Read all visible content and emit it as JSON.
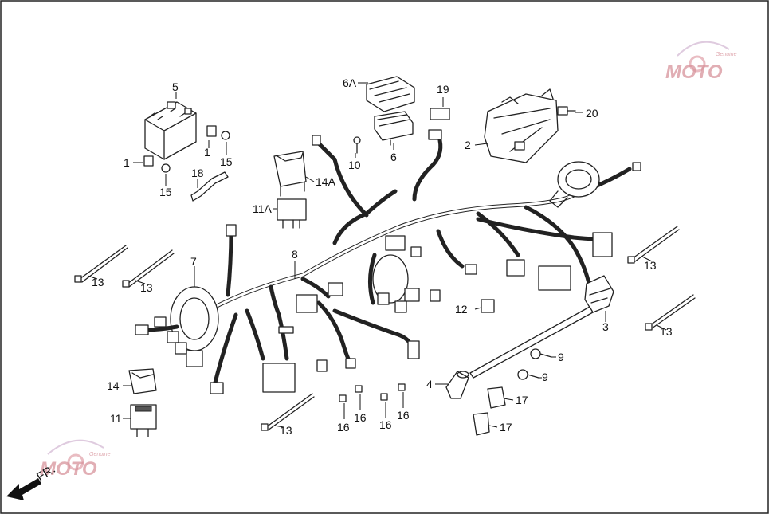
{
  "callouts": [
    "1",
    "1",
    "2",
    "3",
    "4",
    "5",
    "6",
    "6A",
    "7",
    "8",
    "9",
    "9",
    "10",
    "11",
    "11A",
    "12",
    "13",
    "13",
    "13",
    "13",
    "13",
    "14",
    "14A",
    "15",
    "15",
    "16",
    "16",
    "16",
    "16",
    "17",
    "17",
    "18",
    "19",
    "20"
  ],
  "direction_label": "FR.",
  "watermark": {
    "text": "MOTO",
    "subtext": "Genuine",
    "color": "#d8939c"
  }
}
